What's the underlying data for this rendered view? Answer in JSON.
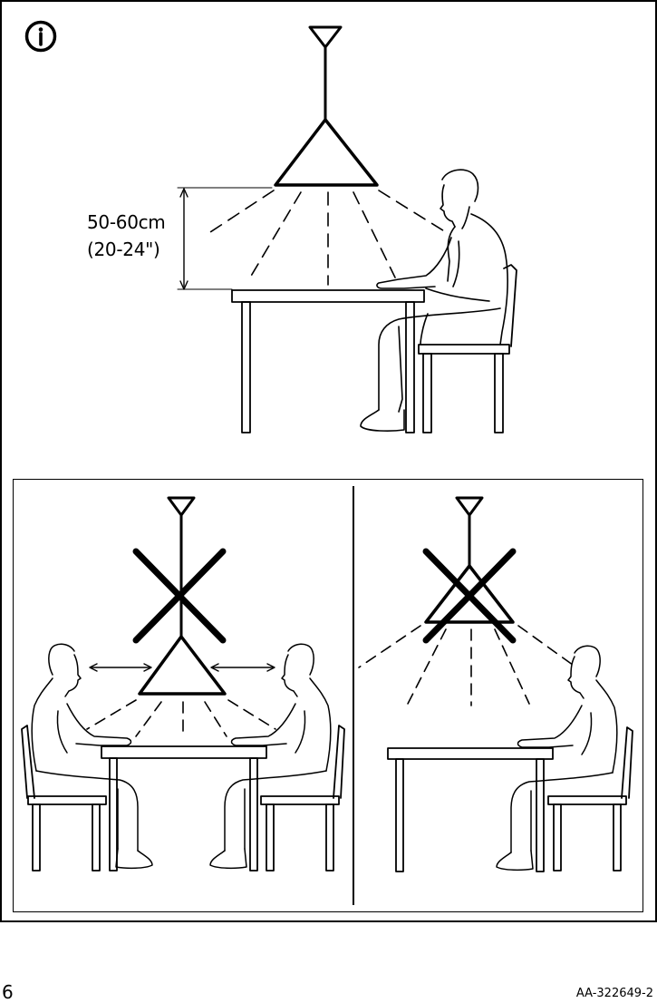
{
  "measurement": {
    "metric": "50-60cm",
    "imperial": "(20-24\")"
  },
  "footer": {
    "page_number": "6",
    "document_code": "AA-322649-2"
  },
  "icons": {
    "info": "info-icon",
    "wrong": "cross-icon"
  },
  "colors": {
    "line": "#000000",
    "background": "#ffffff"
  }
}
